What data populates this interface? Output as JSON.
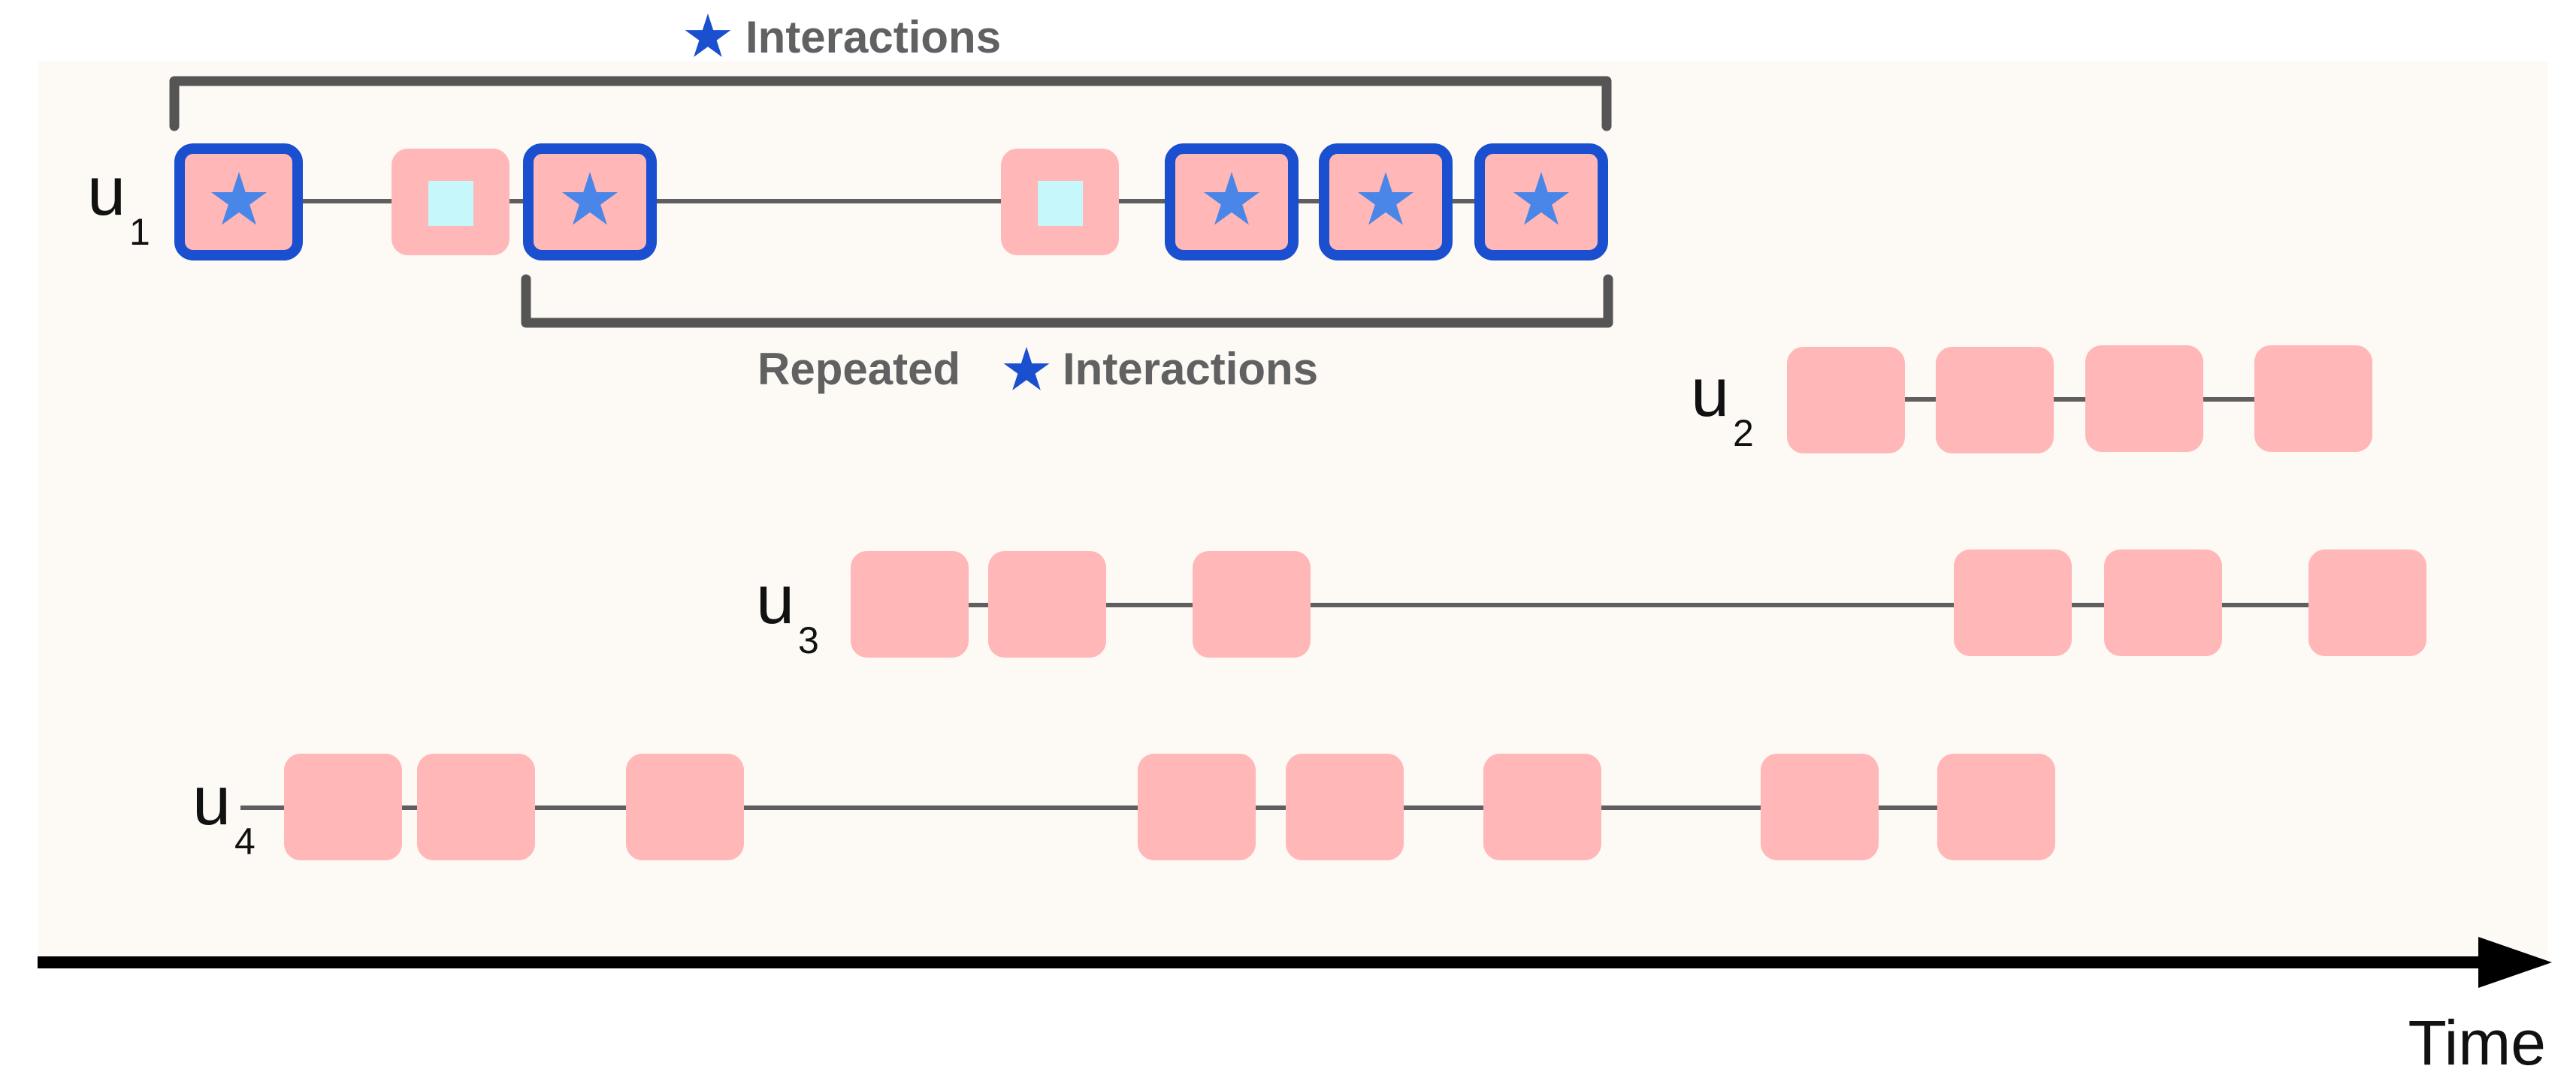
{
  "labels": {
    "top_bracket_text": "Interactions",
    "bottom_bracket_text": "Repeated",
    "bottom_bracket_text_2": "Interactions",
    "axis_label": "Time"
  },
  "users": [
    {
      "id": "u1",
      "main": "u",
      "sub": "1"
    },
    {
      "id": "u2",
      "main": "u",
      "sub": "2"
    },
    {
      "id": "u3",
      "main": "u",
      "sub": "3"
    },
    {
      "id": "u4",
      "main": "u",
      "sub": "4"
    }
  ],
  "icons": {
    "star": "star-icon",
    "square": "square-icon"
  },
  "colors": {
    "background": "#fdf9f4",
    "block": "#ffb7b7",
    "highlight_border": "#1a4fd0",
    "star": "#4a86e8",
    "square": "#c5f7fb",
    "timeline": "#5f5f5f",
    "bracket": "#555555",
    "axis": "#000000"
  }
}
